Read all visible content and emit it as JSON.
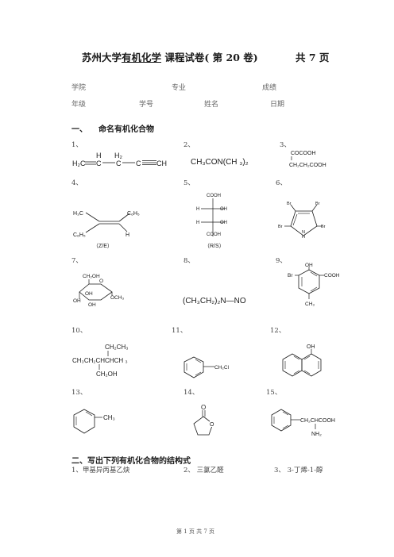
{
  "header": {
    "title_part1": "苏州大学",
    "title_underlined": "有机化学",
    "title_part2": " 课程试卷( 第 20 卷)",
    "total_pages": "共  7 页"
  },
  "info_fields": {
    "college": "学院",
    "major": "专业",
    "score": "成绩",
    "grade": "年级",
    "student_id": "学号",
    "name": "姓名",
    "date": "日期"
  },
  "section1": {
    "number": "一、",
    "title": "命名有机化合物"
  },
  "items": [
    "1、",
    "2、",
    "3、",
    "4、",
    "5、",
    "6、",
    "7、",
    "8、",
    "9、",
    "10、",
    "11、",
    "12、",
    "13、",
    "14、",
    "15、"
  ],
  "compounds": {
    "c1": {
      "left": "H₂C",
      "h": "H",
      "h2": "H₂",
      "c1": "C",
      "c2": "C",
      "c3": "C",
      "ch": "CH"
    },
    "c2": {
      "formula": "CH₃CON(CH ₃)₂"
    },
    "c3": {
      "top": "COCOOH",
      "bottom": "CH₂CH₂COOH"
    },
    "c4": {
      "h3c": "H₃C",
      "c6h5_right": "C₆H₅",
      "c6h5_left": "C₆H₅",
      "h": "H",
      "note": "（Z/E）"
    },
    "c5": {
      "top": "COOH",
      "h1": "H",
      "oh1": "OH",
      "h2": "H",
      "oh2": "OH",
      "bottom": "COOH",
      "note": "（R/S）"
    },
    "c6": {
      "br1": "Br",
      "br2": "Br",
      "br3": "Br",
      "br4": "Br",
      "n": "N",
      "h": "H"
    },
    "c7": {
      "ch2oh": "CH₂OH",
      "o": "O",
      "oh1": "OH",
      "oh2": "OH",
      "och3": "OCH₃",
      "oh3": "OH"
    },
    "c8": {
      "formula": "(CH₃CH₂)₂N—NO"
    },
    "c9": {
      "oh": "OH",
      "br": "Br",
      "cooh": "COOH",
      "ch3": "CH₃"
    },
    "c10": {
      "line1": "CH₂CH₃",
      "line2": "CH₃CH₂CHCHCH ₃",
      "line3": "CH₂OH"
    },
    "c11": {
      "sub": "CH₂Cl"
    },
    "c12": {
      "oh": "OH"
    },
    "c13": {
      "ch3": "CH₃"
    },
    "c14": {
      "o1": "O",
      "o2": "O"
    },
    "c15": {
      "chain": "CH₂CHCOOH",
      "nh2": "NH₂"
    }
  },
  "section2": {
    "title": "二、写出下列有机化合物的结构式",
    "items": [
      "1、甲基异丙基乙炔",
      "2、 三氯乙醛",
      "3、 3-丁烯-1-醇"
    ]
  },
  "footer": "第  1  页  共  7 页"
}
